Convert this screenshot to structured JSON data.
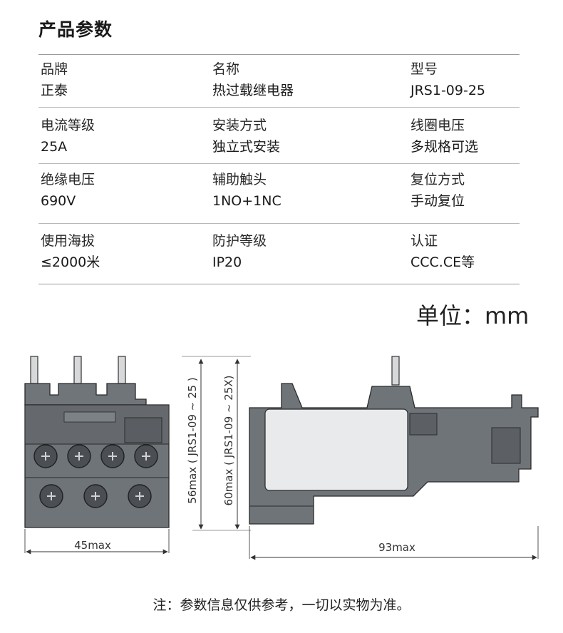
{
  "header": {
    "title": "产品参数"
  },
  "specs": {
    "rows": [
      [
        {
          "label": "品牌",
          "value": "正泰"
        },
        {
          "label": "名称",
          "value": "热过载继电器"
        },
        {
          "label": "型号",
          "value": "JRS1-09-25"
        }
      ],
      [
        {
          "label": "电流等级",
          "value": "25A"
        },
        {
          "label": "安装方式",
          "value": "独立式安装"
        },
        {
          "label": "线圈电压",
          "value": "多规格可选"
        }
      ],
      [
        {
          "label": "绝缘电压",
          "value": "690V"
        },
        {
          "label": "辅助触头",
          "value": "1NO+1NC"
        },
        {
          "label": "复位方式",
          "value": "手动复位"
        }
      ],
      [
        {
          "label": "使用海拔",
          "value": "≤2000米"
        },
        {
          "label": "防护等级",
          "value": "IP20"
        },
        {
          "label": "认证",
          "value": "CCC.CE等"
        }
      ]
    ]
  },
  "unit_label": "单位：mm",
  "drawing": {
    "front_width": "45max",
    "side_width": "93max",
    "height_1": "56max ( JRS1-09 ~ 25 )",
    "height_2": "60max ( JRS1-09 ~ 25X)",
    "colors": {
      "body": "#6f7479",
      "body_dark": "#55595e",
      "label": "#e9eaeb",
      "terminal": "#c9cbcc"
    }
  },
  "footer": {
    "note": "注：参数信息仅供参考，一切以实物为准。"
  }
}
